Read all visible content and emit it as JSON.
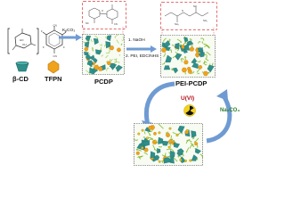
{
  "labels": {
    "beta_cd": "β-CD",
    "tfpn": "TFPN",
    "k2co3": "K₂CO₃",
    "pcdp": "PCDP",
    "step1": "1. NaOH",
    "step2": "2. PEI, EDC/NHS",
    "pei_pcdp": "PEI-PCDP",
    "uranium": "U(VI)",
    "na2co3": "Na₂CO₃"
  },
  "colors": {
    "cd_teal": "#2f8f8a",
    "tfpn_orange": "#f0a21a",
    "arrow_blue": "#6f9bd3",
    "polymer_green": "#9cc44a",
    "box_red": "#e07070",
    "uranium_red": "#b3121b",
    "carbonate_green": "#2e7d2e"
  }
}
